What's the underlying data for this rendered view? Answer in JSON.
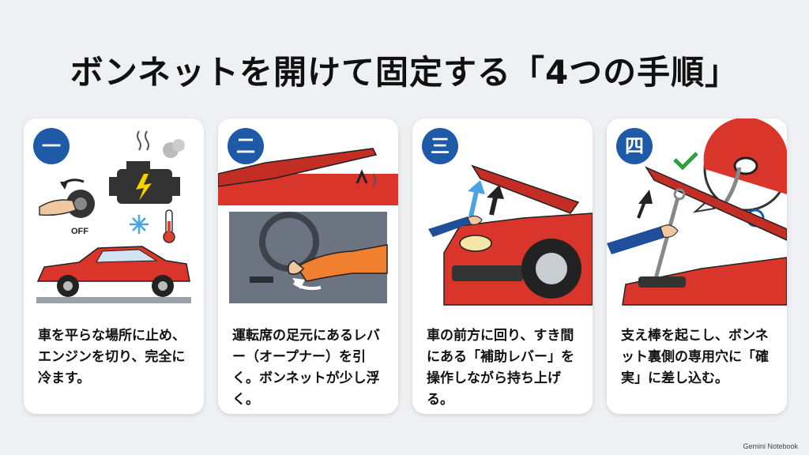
{
  "title": "ボンネットを開けて固定する「4つの手順」",
  "steps": [
    {
      "number": "一",
      "text": "車を平らな場所に止め、エンジンを切り、完全に冷ます。",
      "art_label": "OFF"
    },
    {
      "number": "二",
      "text": "運転席の足元にあるレバー（オープナー）を引く。ボンネットが少し浮く。"
    },
    {
      "number": "三",
      "text": "車の前方に回り、すき間にある「補助レバー」を操作しながら持ち上げる。"
    },
    {
      "number": "四",
      "text": "支え棒を起こし、ボンネット裏側の専用穴に「確実」に差し込む。"
    }
  ],
  "watermark": "Gemini Notebook",
  "colors": {
    "badge": "#1f5aa8",
    "car": "#d9352b",
    "check": "#2e9e44"
  }
}
